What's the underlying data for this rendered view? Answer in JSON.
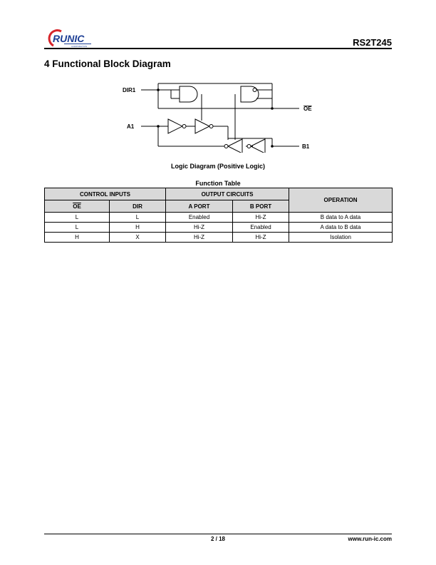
{
  "header": {
    "logo_text": "RUNIC",
    "logo_subtext": "CORPORATION",
    "part_number": "RS2T245"
  },
  "section": {
    "title": "4 Functional Block Diagram"
  },
  "diagram": {
    "labels": {
      "dir": "DIR1",
      "a": "A1",
      "oe": "OE",
      "b": "B1"
    },
    "caption": "Logic Diagram (Positive Logic)"
  },
  "function_table": {
    "title": "Function Table",
    "group_headers": {
      "control": "CONTROL INPUTS",
      "output": "OUTPUT CIRCUITS",
      "operation": "OPERATION"
    },
    "columns": {
      "oe": "OE",
      "dir": "DIR",
      "a_port": "A PORT",
      "b_port": "B PORT"
    },
    "rows": [
      {
        "oe": "L",
        "dir": "L",
        "a_port": "Enabled",
        "b_port": "Hi-Z",
        "operation": "B data to A data"
      },
      {
        "oe": "L",
        "dir": "H",
        "a_port": "Hi-Z",
        "b_port": "Enabled",
        "operation": "A data to B data"
      },
      {
        "oe": "H",
        "dir": "X",
        "a_port": "Hi-Z",
        "b_port": "Hi-Z",
        "operation": "Isolation"
      }
    ]
  },
  "footer": {
    "page": "2 / 18",
    "website": "www.run-ic.com"
  },
  "colors": {
    "logo_red": "#d7262b",
    "logo_blue": "#1d3f95",
    "header_fill": "#d9d9d9"
  }
}
